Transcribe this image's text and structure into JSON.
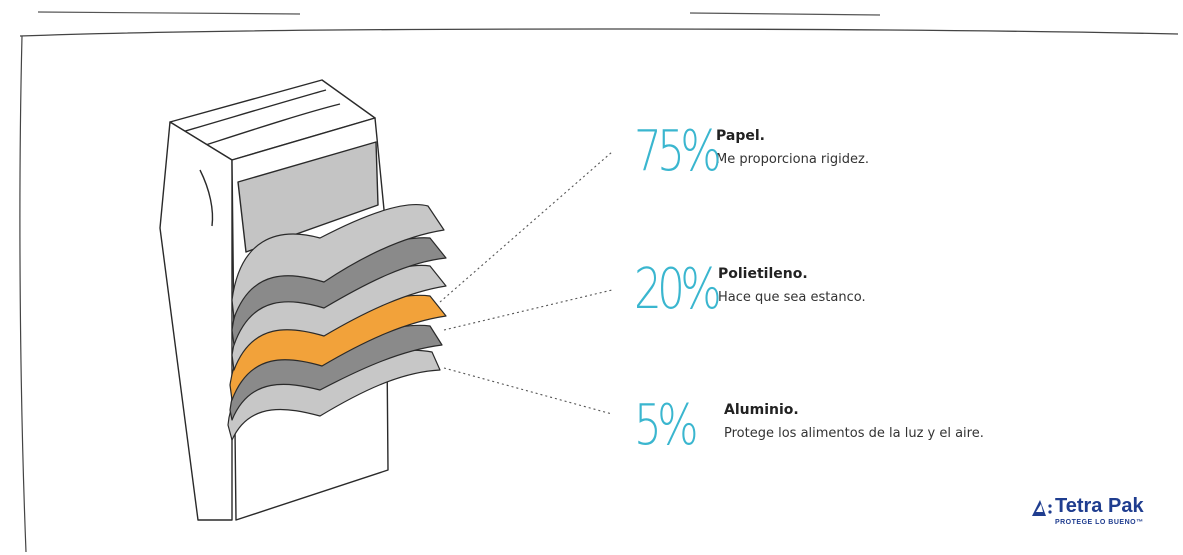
{
  "layers": [
    {
      "percent": "75%",
      "title": "Papel.",
      "description": "Me proporciona rigidez."
    },
    {
      "percent": "20%",
      "title": "Polietileno.",
      "description": "Hace que sea estanco."
    },
    {
      "percent": "5%",
      "title": "Aluminio.",
      "description": "Protege los alimentos de la luz y el aire."
    }
  ],
  "brand": {
    "name": "Tetra Pak",
    "tagline": "PROTEGE LO BUENO™"
  },
  "colors": {
    "accent": "#3ab6cf",
    "paper_layer": "#bdbdbd",
    "dark_layer": "#8a8a8a",
    "aluminium_layer": "#f2a23a",
    "brand": "#1f3d8f"
  }
}
